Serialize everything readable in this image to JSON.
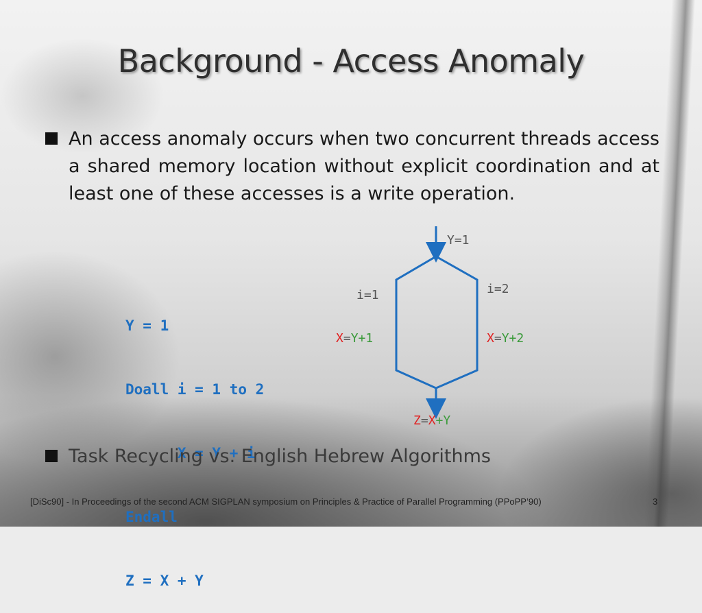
{
  "slide": {
    "title": "Background - Access Anomaly",
    "bullets": [
      "An access anomaly occurs when two concurrent threads access a shared memory location without explicit coordination and at least one of these accesses is a write operation.",
      "Task Recycling vs. English Hebrew Algorithms"
    ],
    "code_lines": [
      "Y = 1",
      "Doall i = 1 to 2",
      "      X = Y + i",
      "Endall",
      "Z = X + Y"
    ],
    "diagram": {
      "top_label": "Y=1",
      "left_branch": {
        "iter": "i=1",
        "lhs": "X",
        "op": "=",
        "rhs": "Y+1"
      },
      "right_branch": {
        "iter": "i=2",
        "lhs": "X",
        "op": "=",
        "rhs": "Y+2"
      },
      "bottom": {
        "a": "Z",
        "op": "=",
        "b": "X",
        "plus": "+",
        "c": "Y"
      },
      "colors": {
        "arrow": "#1f6fc0",
        "written_var": "#e02020",
        "read_var": "#3a9a3a",
        "neutral": "#555555"
      }
    },
    "footer": "[DiSc90] - In Proceedings of the second ACM SIGPLAN symposium on Principles & Practice of Parallel Programming (PPoPP’90)",
    "page_number": "3"
  }
}
